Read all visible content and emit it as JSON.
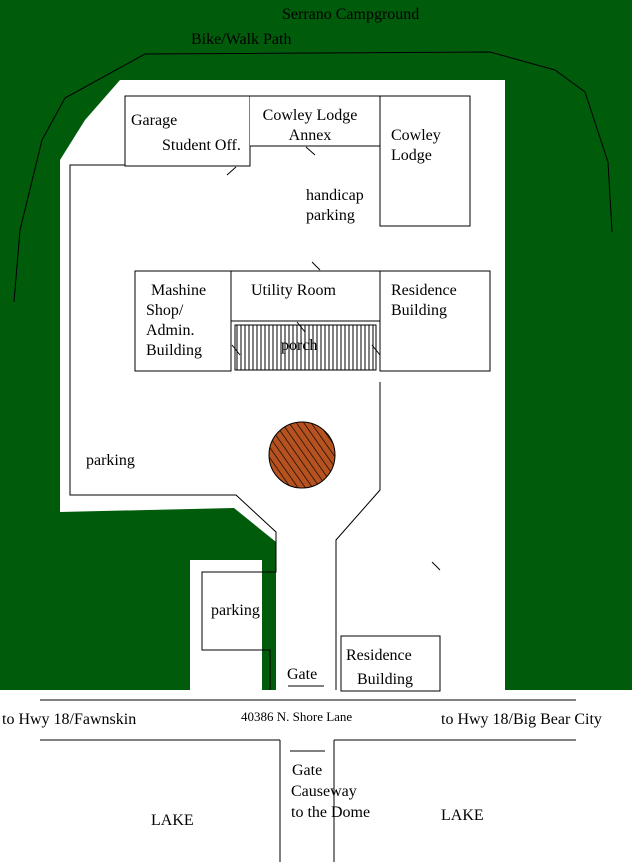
{
  "colors": {
    "forest": "#005b0b",
    "tree": "#b5521f",
    "background": "#ffffff",
    "ink": "#000000"
  },
  "labels": {
    "campground": "Serrano Campground",
    "bike_path": "Bike/Walk Path",
    "garage": "Garage",
    "student_office": "Student Off.",
    "annex": [
      "Cowley Lodge",
      "Annex"
    ],
    "lodge": [
      "Cowley",
      "Lodge"
    ],
    "handicap": [
      "handicap",
      "parking"
    ],
    "machine_shop": [
      "Mashine",
      "Shop/",
      "Admin.",
      "Building"
    ],
    "utility": "Utility Room",
    "residence_top": [
      "Residence",
      "Building"
    ],
    "porch": "porch",
    "parking_left": "parking",
    "parking_lower": "parking",
    "residence_bottom": [
      "Residence",
      "Building"
    ],
    "gate_top": "Gate",
    "road_left": "to Hwy 18/Fawnskin",
    "address": "40386 N. Shore Lane",
    "road_right": "to Hwy 18/Big Bear City",
    "gate_bottom": "Gate",
    "causeway": [
      "Causeway",
      "to the Dome"
    ],
    "lake_left": "LAKE",
    "lake_right": "LAKE"
  }
}
